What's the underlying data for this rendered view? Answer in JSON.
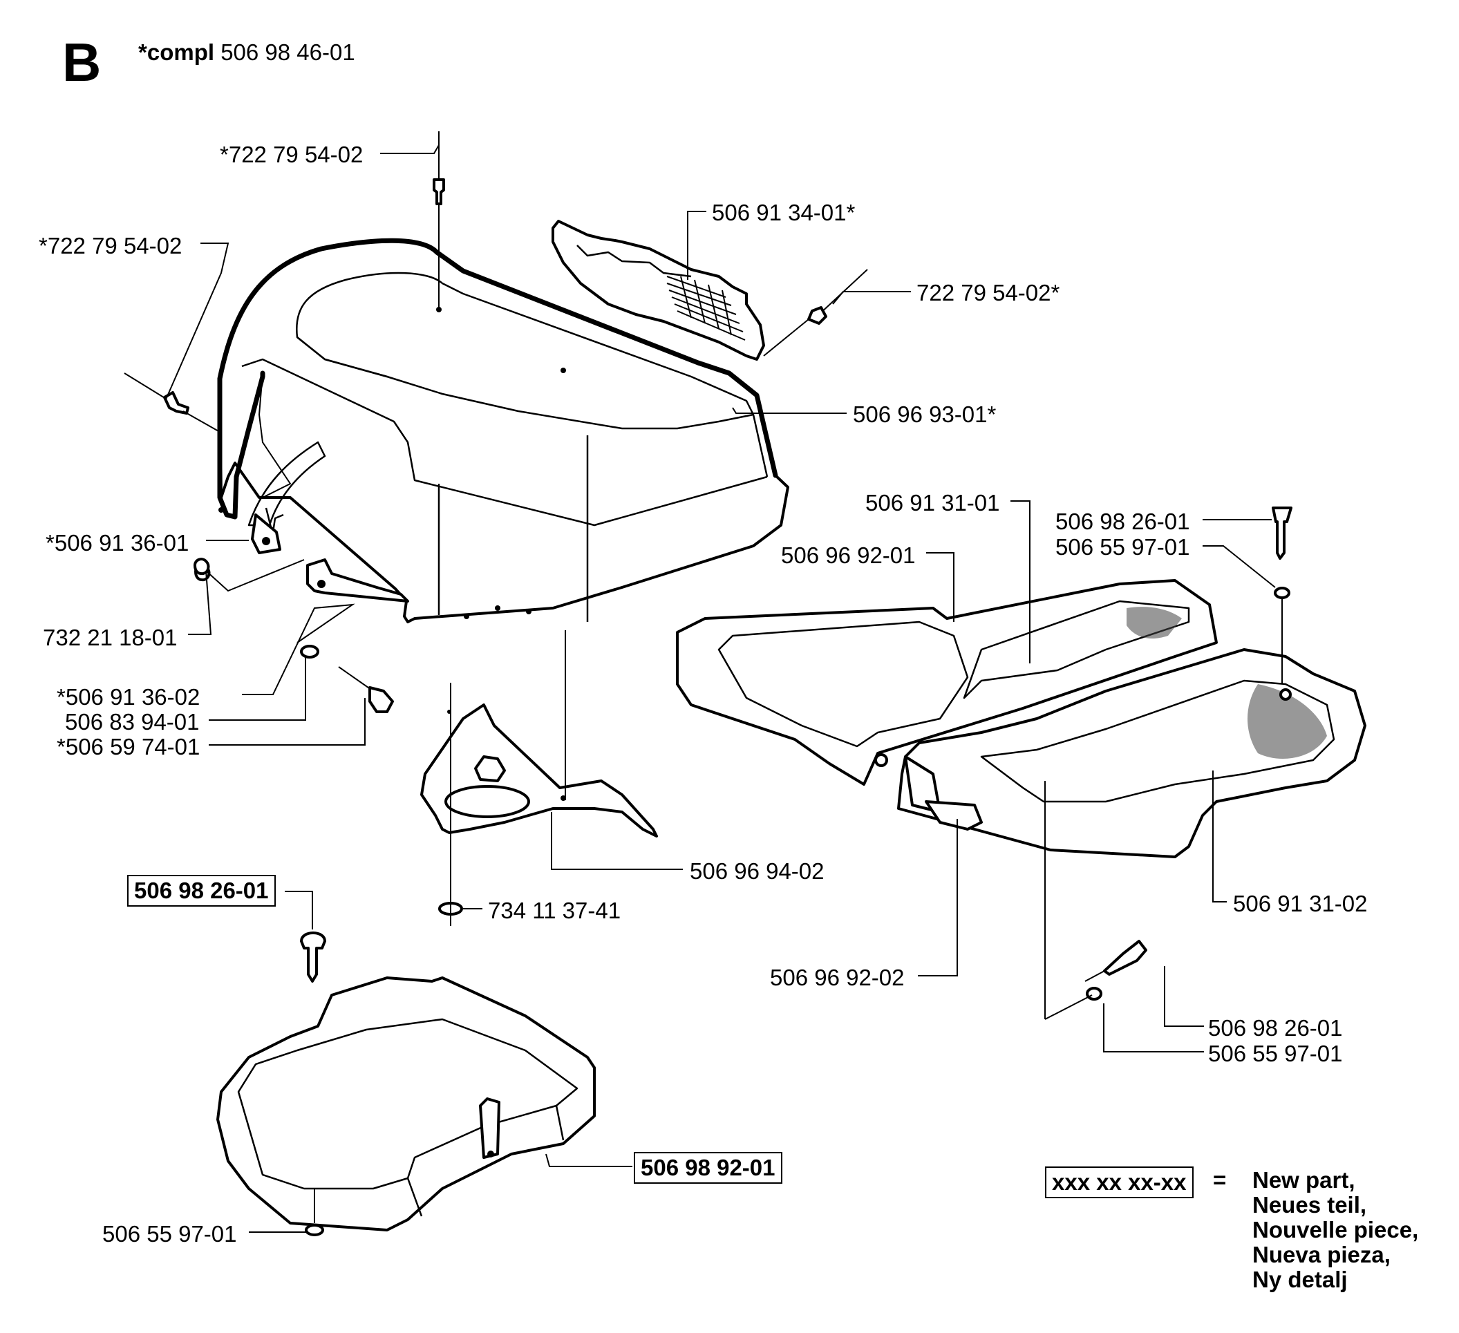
{
  "header": {
    "section_letter": "B",
    "compl_prefix": "*compl",
    "compl_number": "506 98 46-01"
  },
  "parts": {
    "rivet_top": "*722 79 54-02",
    "rivet_left": "*722 79 54-02",
    "rivet_right": "722 79 54-02*",
    "grille": "506 91 34-01*",
    "hood": "506 96 93-01*",
    "bracket_1": "*506 91 36-01",
    "nut": "732 21 18-01",
    "bracket_2": "*506 91 36-02",
    "washer_1": "506 83 94-01",
    "screw_1": "*506 59 74-01",
    "fender_left": "506 96 94-02",
    "washer_2": "734 11 37-41",
    "seat_pad_1": "506 91 31-01",
    "seat_pan_1": "506 96 92-01",
    "screw_top_right": "506 98 26-01",
    "washer_top_right": "506 55 97-01",
    "seat_pad_2": "506 91 31-02",
    "seat_pan_2": "506 96 92-02",
    "screw_bottom_right": "506 98 26-01",
    "washer_bottom_right": "506 55 97-01",
    "screw_new": "506 98 26-01",
    "cover_new": "506 98 92-01",
    "washer_bottom_left": "506 55 97-01"
  },
  "legend": {
    "placeholder": "xxx xx xx-xx",
    "equals": "=",
    "lines": [
      "New part,",
      "Neues teil,",
      "Nouvelle piece,",
      "Nueva pieza,",
      "Ny detalj"
    ]
  }
}
